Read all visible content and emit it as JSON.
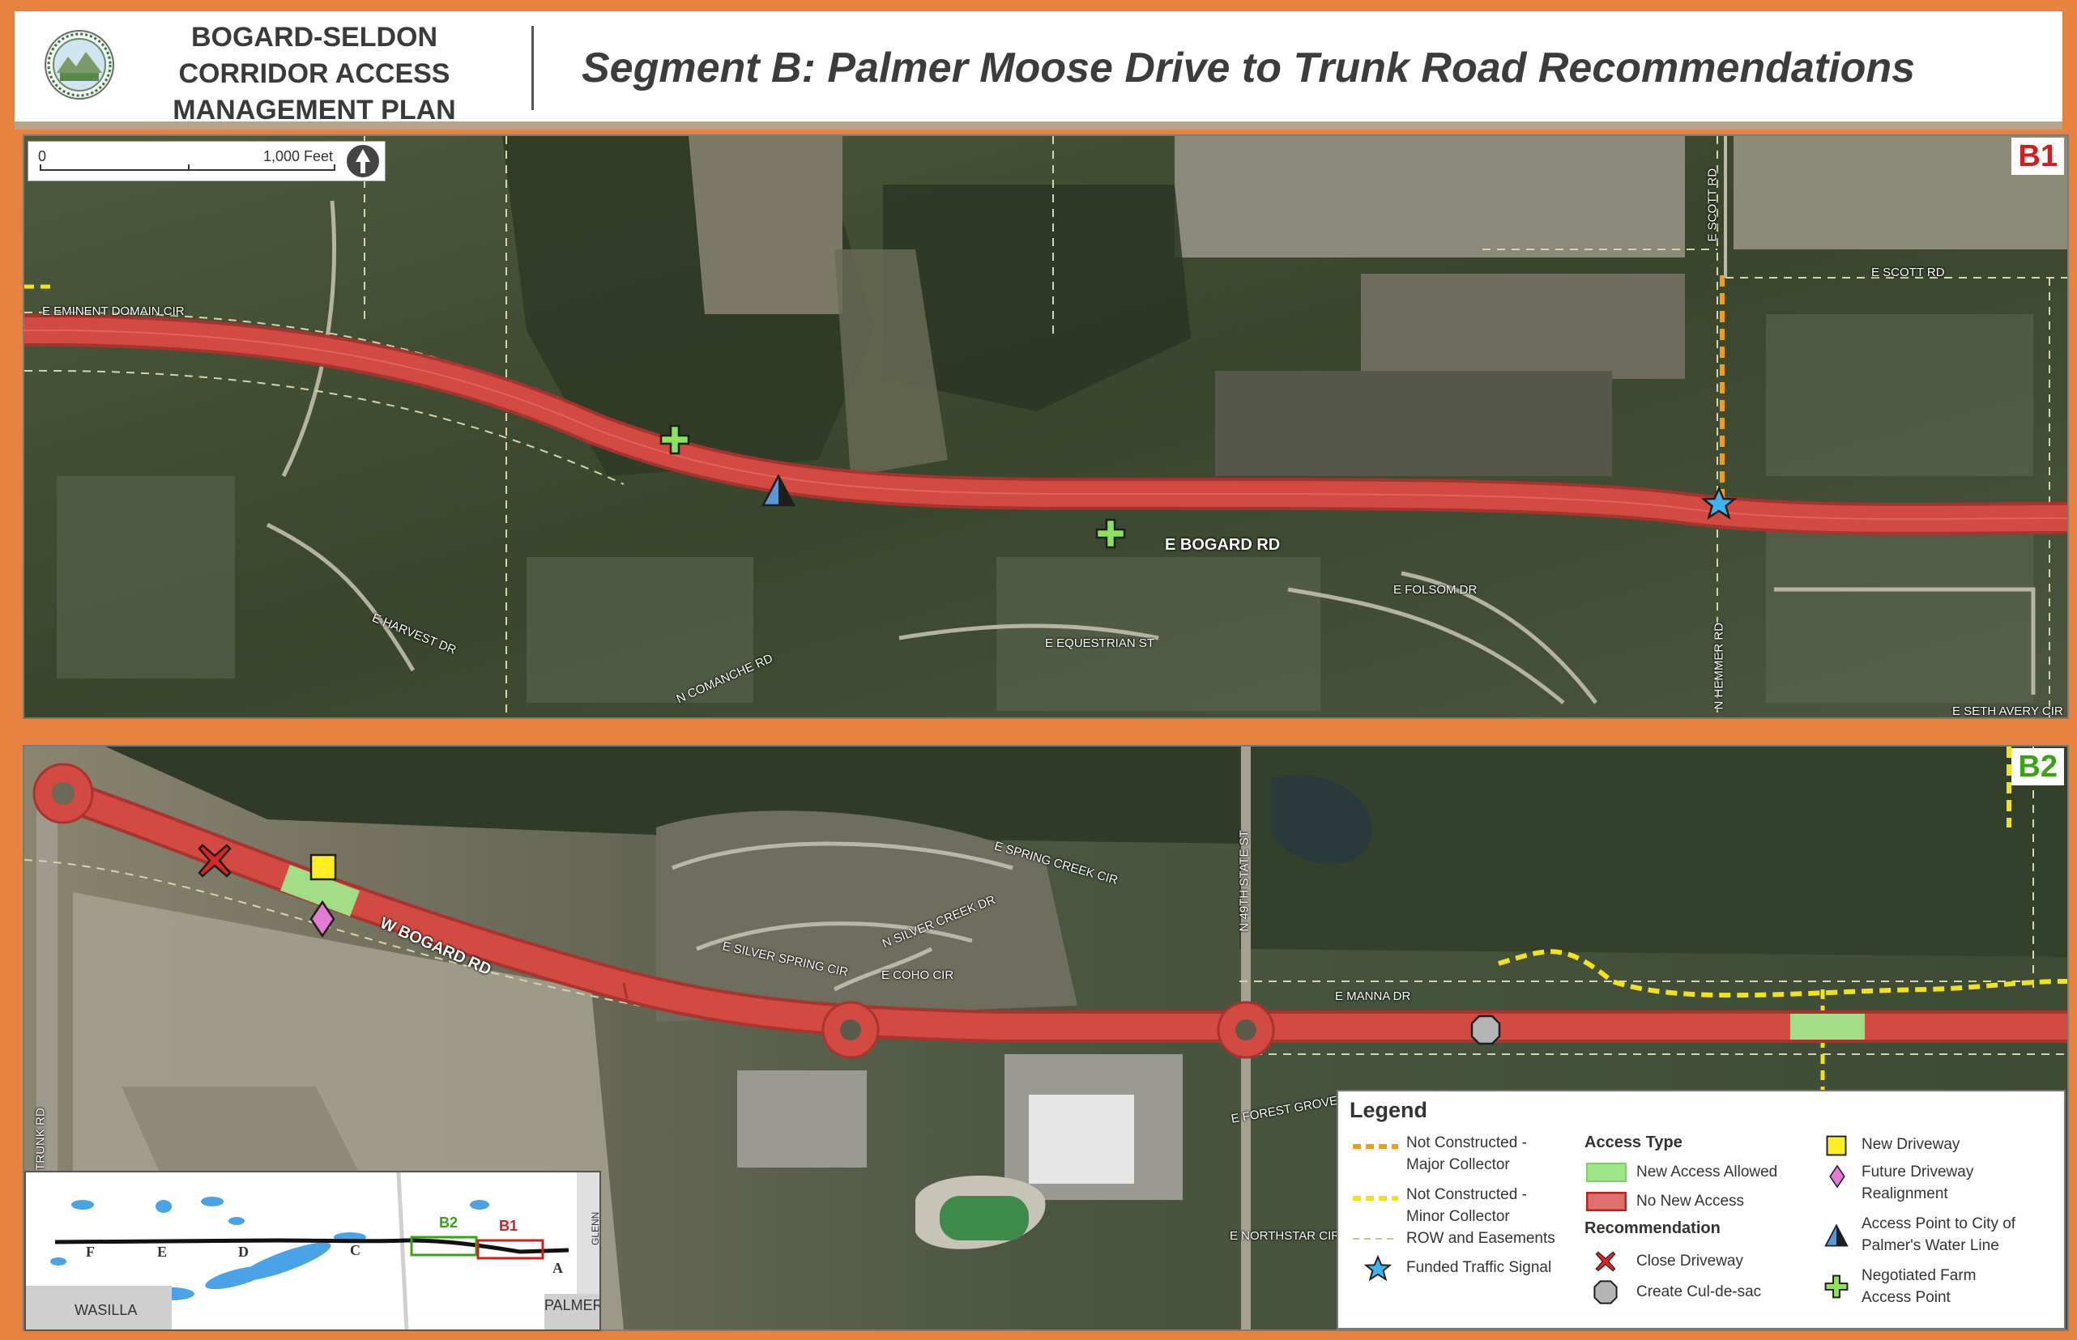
{
  "header": {
    "plan_title_lines": [
      "BOGARD-SELDON",
      "CORRIDOR ACCESS",
      "MANAGEMENT PLAN"
    ],
    "segment_title": "Segment B: Palmer Moose Drive to Trunk Road Recommendations"
  },
  "colors": {
    "frame": "#e8823f",
    "no_new_access": "#e03a3a",
    "new_access_allowed": "#9ee68a",
    "major_collector": "#f39c1c",
    "minor_collector": "#f2e21c",
    "b1_tag": "#d11f1f",
    "b2_tag": "#3aa315"
  },
  "scale_bar": {
    "start_label": "0",
    "end_label": "1,000 Feet",
    "north_arrow_icon": "north-arrow-icon"
  },
  "panel_b1": {
    "tag": "B1",
    "road_labels": {
      "bogard": "E BOGARD RD",
      "eminent_domain": "E EMINENT DOMAIN CIR",
      "scott_n": "E SCOTT RD",
      "scott_e": "E SCOTT RD",
      "hemmer": "N HEMMER RD",
      "folsom": "E FOLSOM DR",
      "equestrian": "E EQUESTRIAN ST",
      "comanche": "N COMANCHE RD",
      "harvest": "E HARVEST DR",
      "seth_avery": "E SETH AVERY CIR"
    }
  },
  "panel_b2": {
    "tag": "B2",
    "road_labels": {
      "bogard": "W BOGARD RD",
      "trunk": "N TRUNK RD",
      "state_st": "N 49TH STATE ST",
      "spring_creek": "E SPRING CREEK CIR",
      "silver_creek": "N SILVER CREEK DR",
      "silver_spring": "E SILVER SPRING CIR",
      "coho": "E COHO CIR",
      "manna": "E MANNA DR",
      "forest_grove": "E FOREST GROVE CIR",
      "northstar": "E NORTHSTAR CIR"
    }
  },
  "legend": {
    "title": "Legend",
    "col1": {
      "major_collector": "Not Constructed -\nMajor Collector",
      "minor_collector": "Not Constructed -\nMinor Collector",
      "row": "ROW and Easements",
      "signal": "Funded Traffic Signal"
    },
    "access_type": {
      "heading": "Access Type",
      "new_access": "New Access Allowed",
      "no_new_access": "No New Access"
    },
    "recommendation": {
      "heading": "Recommendation",
      "close_driveway": "Close Driveway",
      "cul_de_sac": "Create Cul-de-sac"
    },
    "col3": {
      "new_driveway": "New Driveway",
      "future_realignment": "Future Driveway\nRealignment",
      "water_line": "Access Point to City of\nPalmer's Water Line",
      "farm_access": "Negotiated Farm\nAccess Point"
    }
  },
  "inset": {
    "segments": [
      "F",
      "E",
      "D",
      "C",
      "A"
    ],
    "b2_label": "B2",
    "b1_label": "B1",
    "wasilla": "WASILLA",
    "palmer": "PALMER",
    "glenn_hwy": "GLENN HWY"
  }
}
